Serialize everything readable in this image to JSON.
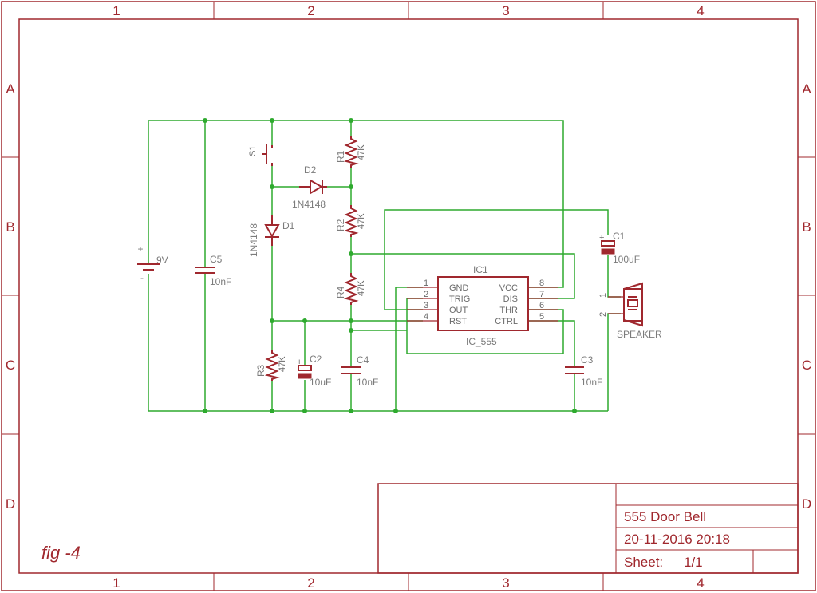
{
  "frame": {
    "columns": [
      "1",
      "2",
      "3",
      "4"
    ],
    "rows": [
      "A",
      "B",
      "C",
      "D"
    ]
  },
  "components": {
    "battery": {
      "value": "9V",
      "plus": "+",
      "minus": "-"
    },
    "c5": {
      "name": "C5",
      "value": "10nF"
    },
    "s1": {
      "name": "S1"
    },
    "d1": {
      "name": "D1",
      "value": "1N4148"
    },
    "d2": {
      "name": "D2",
      "value": "1N4148"
    },
    "r1": {
      "name": "R1",
      "value": "47K"
    },
    "r2": {
      "name": "R2",
      "value": "47K"
    },
    "r3": {
      "name": "R3",
      "value": "47K"
    },
    "r4": {
      "name": "R4",
      "value": "47K"
    },
    "c2": {
      "name": "C2",
      "value": "10uF",
      "plus": "+"
    },
    "c4": {
      "name": "C4",
      "value": "10nF"
    },
    "c1": {
      "name": "C1",
      "value": "100uF",
      "plus": "+"
    },
    "c3": {
      "name": "C3",
      "value": "10nF"
    },
    "speaker": {
      "name": "SPEAKER",
      "pin1": "1",
      "pin2": "2"
    },
    "ic": {
      "name": "IC1",
      "value": "IC_555",
      "left_pins": [
        {
          "num": "1",
          "label": "GND"
        },
        {
          "num": "2",
          "label": "TRIG"
        },
        {
          "num": "3",
          "label": "OUT"
        },
        {
          "num": "4",
          "label": "RST"
        }
      ],
      "right_pins": [
        {
          "num": "8",
          "label": "VCC"
        },
        {
          "num": "7",
          "label": "DIS"
        },
        {
          "num": "6",
          "label": "THR"
        },
        {
          "num": "5",
          "label": "CTRL"
        }
      ]
    }
  },
  "title_block": {
    "title": "555 Door Bell",
    "date": "20-11-2016 20:18",
    "sheet_label": "Sheet:",
    "sheet_value": "1/1"
  },
  "figure_label": "fig -4",
  "colors": {
    "frame": "#a0282e",
    "wire": "#2eaa2e",
    "label": "#7b7b7b"
  }
}
